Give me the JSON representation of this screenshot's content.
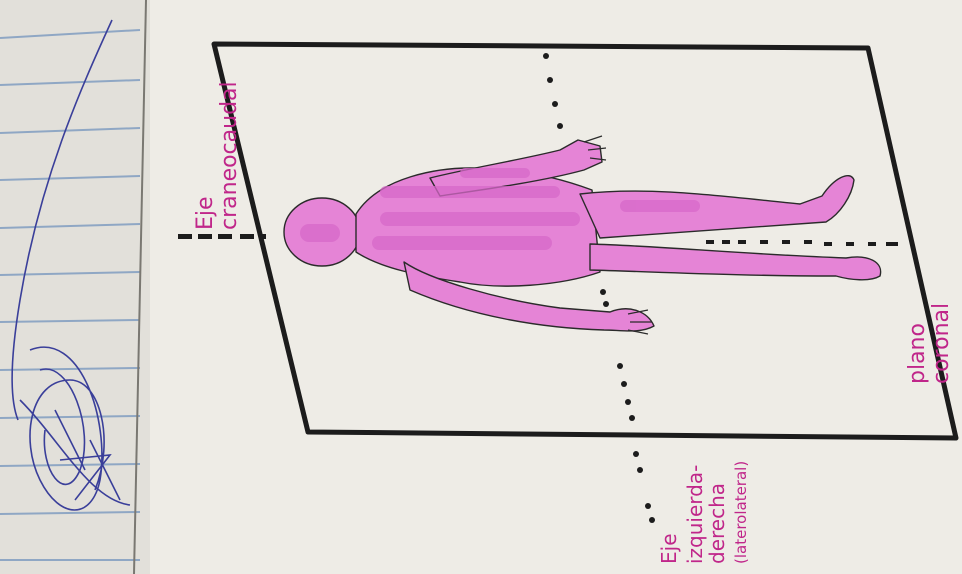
{
  "labels": {
    "axis_craniocaudal": {
      "line1": "Eje",
      "line2": "craneocaudal"
    },
    "plane_coronal": {
      "line1": "plano",
      "line2": "coronal"
    },
    "axis_lateral": {
      "line1": "Eje",
      "line2": "izquierda-",
      "line3": "derecha",
      "line4": "(laterolateral)"
    }
  },
  "colors": {
    "paper": "#eeece6",
    "ruled_line": "#8fa7c4",
    "ink_black": "#1c1c1c",
    "highlighter_pink": "#e584d6",
    "highlighter_dark": "#d768c9",
    "pen_pink": "#c0268a",
    "pen_blue": "#3a3f9a"
  },
  "icons": {
    "figure": "human-body-icon",
    "signature": "scribble-signature"
  }
}
